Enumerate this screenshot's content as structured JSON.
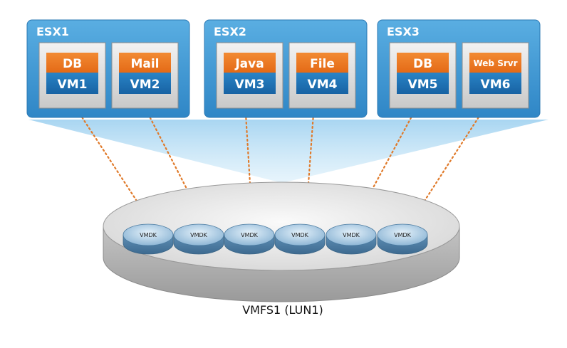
{
  "hosts": [
    {
      "label": "ESX1",
      "vms": [
        {
          "app": "DB",
          "vm": "VM1"
        },
        {
          "app": "Mail",
          "vm": "VM2"
        }
      ]
    },
    {
      "label": "ESX2",
      "vms": [
        {
          "app": "Java",
          "vm": "VM3"
        },
        {
          "app": "File",
          "vm": "VM4"
        }
      ]
    },
    {
      "label": "ESX3",
      "vms": [
        {
          "app": "DB",
          "vm": "VM5"
        },
        {
          "app": "Web Srvr",
          "vm": "VM6"
        }
      ]
    }
  ],
  "datastore": {
    "label": "VMFS1 (LUN1)",
    "disks": [
      "VMDK",
      "VMDK",
      "VMDK",
      "VMDK",
      "VMDK",
      "VMDK"
    ]
  },
  "colors": {
    "host_blue": "#3f9bd6",
    "app_orange": "#ee7a22",
    "vm_blue": "#1f73b8",
    "link_orange": "#e07a2a"
  }
}
